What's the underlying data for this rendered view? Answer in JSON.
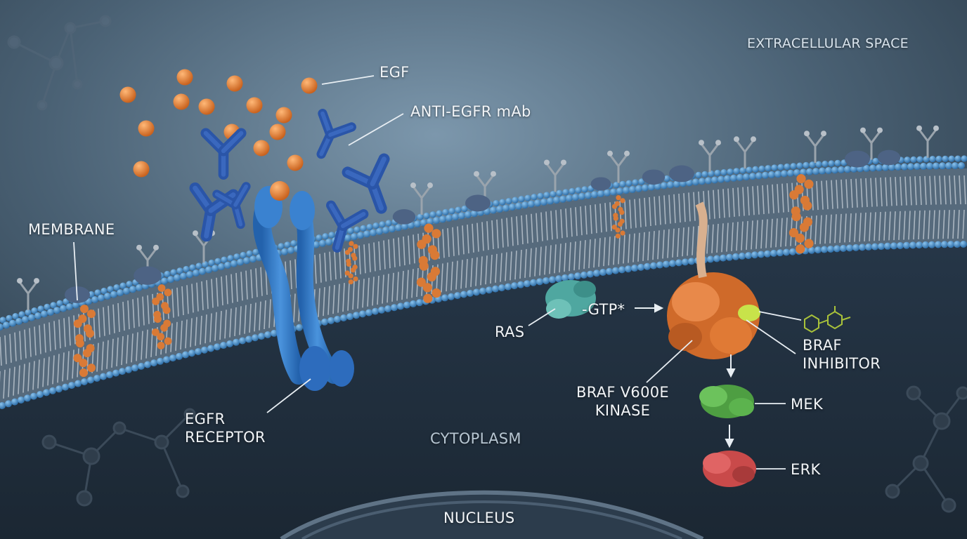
{
  "labels": {
    "extracellular": "EXTRACELLULAR SPACE",
    "egf": "EGF",
    "anti_egfr": "ANTI-EGFR mAb",
    "membrane": "MEMBRANE",
    "ras": "RAS",
    "gtp": "-GTP*",
    "braf_inhibitor_line1": "BRAF",
    "braf_inhibitor_line2": "INHIBITOR",
    "braf_kinase_line1": "BRAF V600E",
    "braf_kinase_line2": "KINASE",
    "mek": "MEK",
    "erk": "ERK",
    "egfr_line1": "EGFR",
    "egfr_line2": "RECEPTOR",
    "cytoplasm": "CYTOPLASM",
    "nucleus": "NUCLEUS"
  },
  "colors": {
    "egf": "#e8873a",
    "antibody": "#2a55a8",
    "egfr": "#2f74c6",
    "lipid_head": "#3f86c8",
    "lipid_tail": "#b9c3cc",
    "protein_orange": "#d97a36",
    "ras": "#4fa7a0",
    "braf": "#e07a35",
    "inhibitor": "#c8e34a",
    "mek": "#5cb34e",
    "erk": "#c94a4a"
  },
  "icons": [
    "egf-ligand",
    "antibody",
    "egfr-receptor",
    "ras-protein",
    "braf-kinase",
    "braf-inhibitor",
    "mek-protein",
    "erk-protein",
    "arrow",
    "nucleus-envelope",
    "membrane-bilayer"
  ]
}
